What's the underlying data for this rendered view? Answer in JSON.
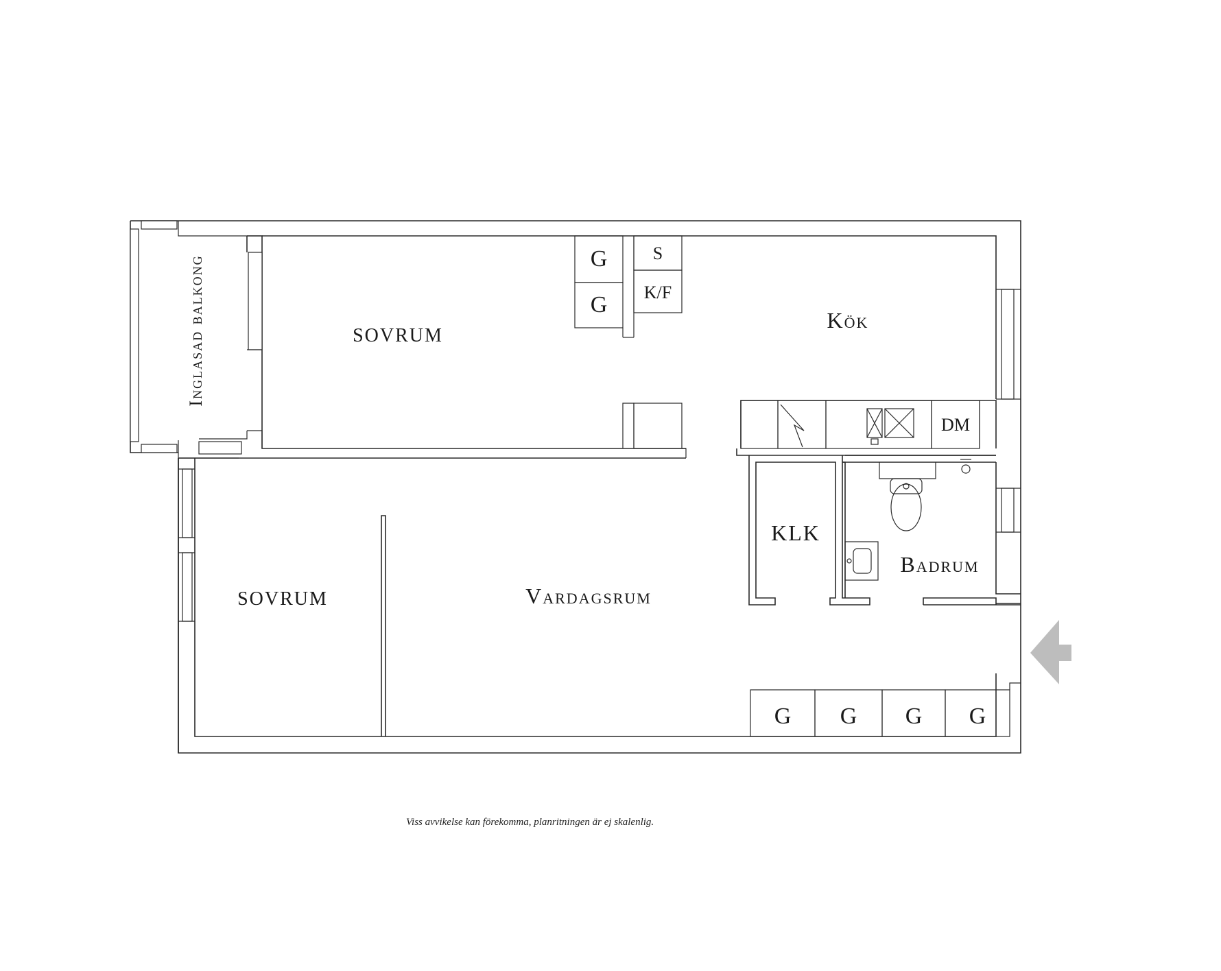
{
  "rooms": {
    "balcony": "Inglasad balkong",
    "bedroom_top": "SOVRUM",
    "kitchen": "Kök",
    "bedroom_left": "SOVRUM",
    "living_room": "Vardagsrum",
    "closet": "KLK",
    "bathroom": "Badrum"
  },
  "cabinets": {
    "wardrobe_top_1": "G",
    "wardrobe_top_2": "G",
    "stove": "S",
    "fridge_freezer": "K/F",
    "dishwasher": "DM",
    "wardrobe_bottom_1": "G",
    "wardrobe_bottom_2": "G",
    "wardrobe_bottom_3": "G",
    "wardrobe_bottom_4": "G"
  },
  "disclaimer": "Viss avvikelse kan förekomma, planritningen är ej skalenlig.",
  "entrance_arrow": "entrance-arrow",
  "colors": {
    "walls": "#2a2a2a",
    "arrow": "#bdbdbd",
    "background": "#ffffff"
  }
}
